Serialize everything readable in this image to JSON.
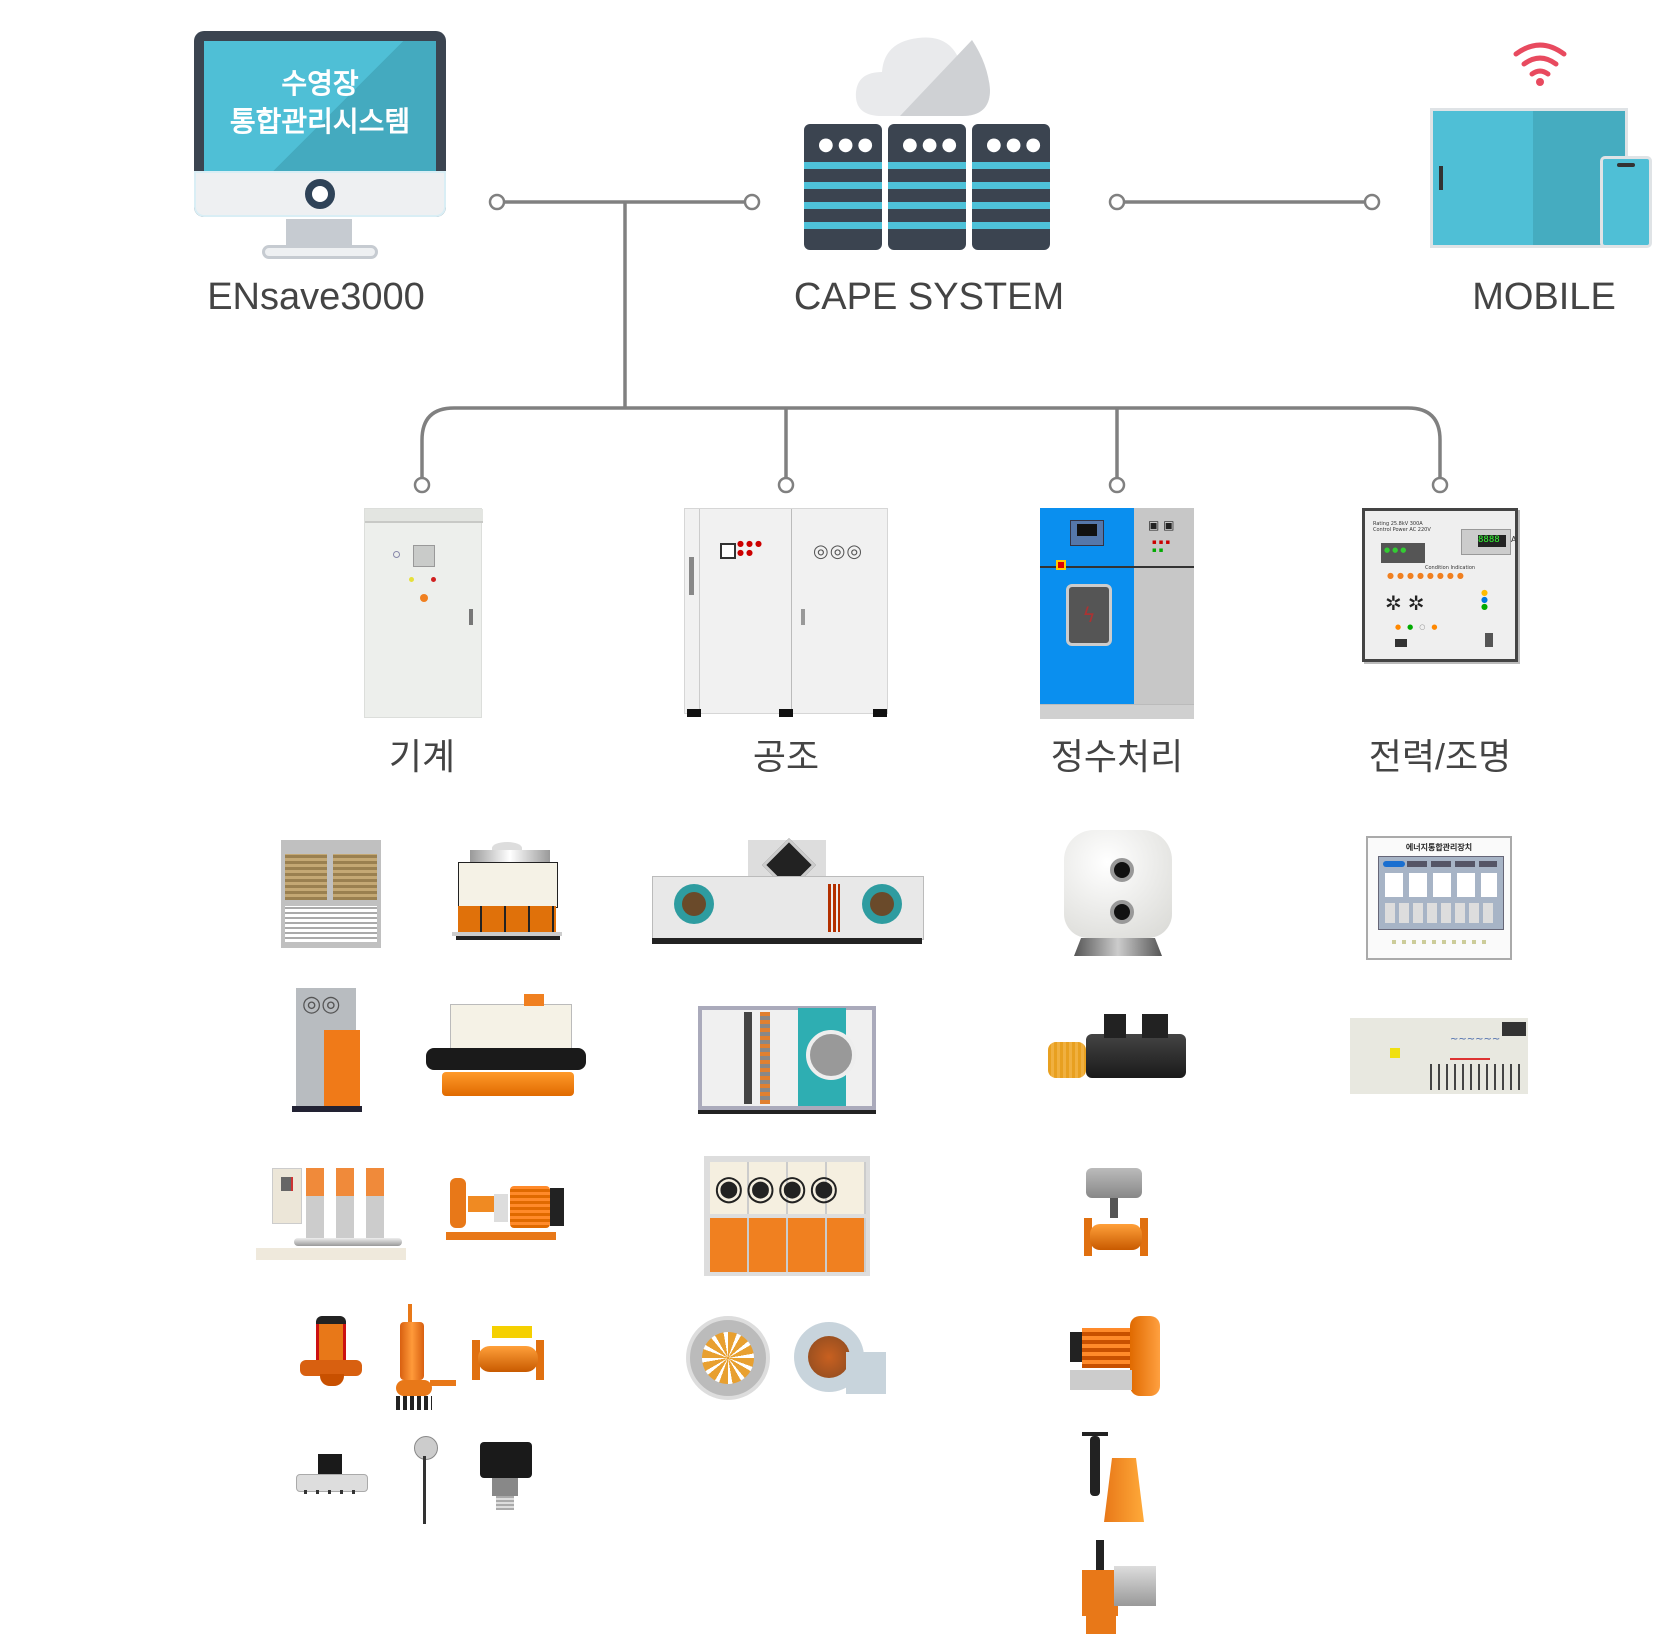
{
  "top_nodes": {
    "ensave": {
      "screen_line1": "수영장",
      "screen_line2": "통합관리시스템",
      "label": "ENsave3000",
      "icon": "monitor-icon"
    },
    "cape": {
      "label": "CAPE SYSTEM",
      "icon": "cloud-server-icon"
    },
    "mobile": {
      "label": "MOBILE",
      "icon": "tablet-phone-wifi-icon"
    }
  },
  "categories": [
    {
      "label": "기계",
      "panel_icon": "control-cabinet-icon"
    },
    {
      "label": "공조",
      "panel_icon": "double-door-cabinet-icon"
    },
    {
      "label": "정수처리",
      "panel_icon": "blue-control-cabinet-icon"
    },
    {
      "label": "전력/조명",
      "panel_icon": "power-relay-panel-icon"
    }
  ],
  "power_panel_text": {
    "line1": "Rating 25.8kV 300A",
    "line2": "Control Power AC 220V",
    "display": "8888",
    "unit": "A",
    "indicator_title": "Condition Indication"
  },
  "energy_panel_title": "에너지통합관리장치",
  "devices": {
    "mechanical": [
      "air-cooled-chiller-icon",
      "cooling-tower-icon",
      "boiler-icon",
      "water-cooled-chiller-icon",
      "booster-pump-set-icon",
      "end-suction-pump-icon",
      "inline-pump-icon",
      "submersible-pump-icon",
      "valve-icon",
      "pressure-sensor-icon",
      "temperature-sensor-icon",
      "pressure-transmitter-icon"
    ],
    "hvac": [
      "air-handling-unit-icon",
      "ahu-fan-section-icon",
      "condenser-fan-unit-icon",
      "axial-fan-icon",
      "centrifugal-blower-icon"
    ],
    "water": [
      "sand-filter-icon",
      "pool-pump-icon",
      "actuated-valve-icon",
      "ring-blower-icon",
      "dosing-pump-icon",
      "metering-pump-icon"
    ],
    "power": [
      "energy-management-panel-icon",
      "lighting-control-board-icon"
    ]
  },
  "colors": {
    "line": "#808080",
    "teal": "#4fbfd6",
    "dark": "#3b4450",
    "wifi": "#e84a5f",
    "orange": "#e8740c"
  }
}
